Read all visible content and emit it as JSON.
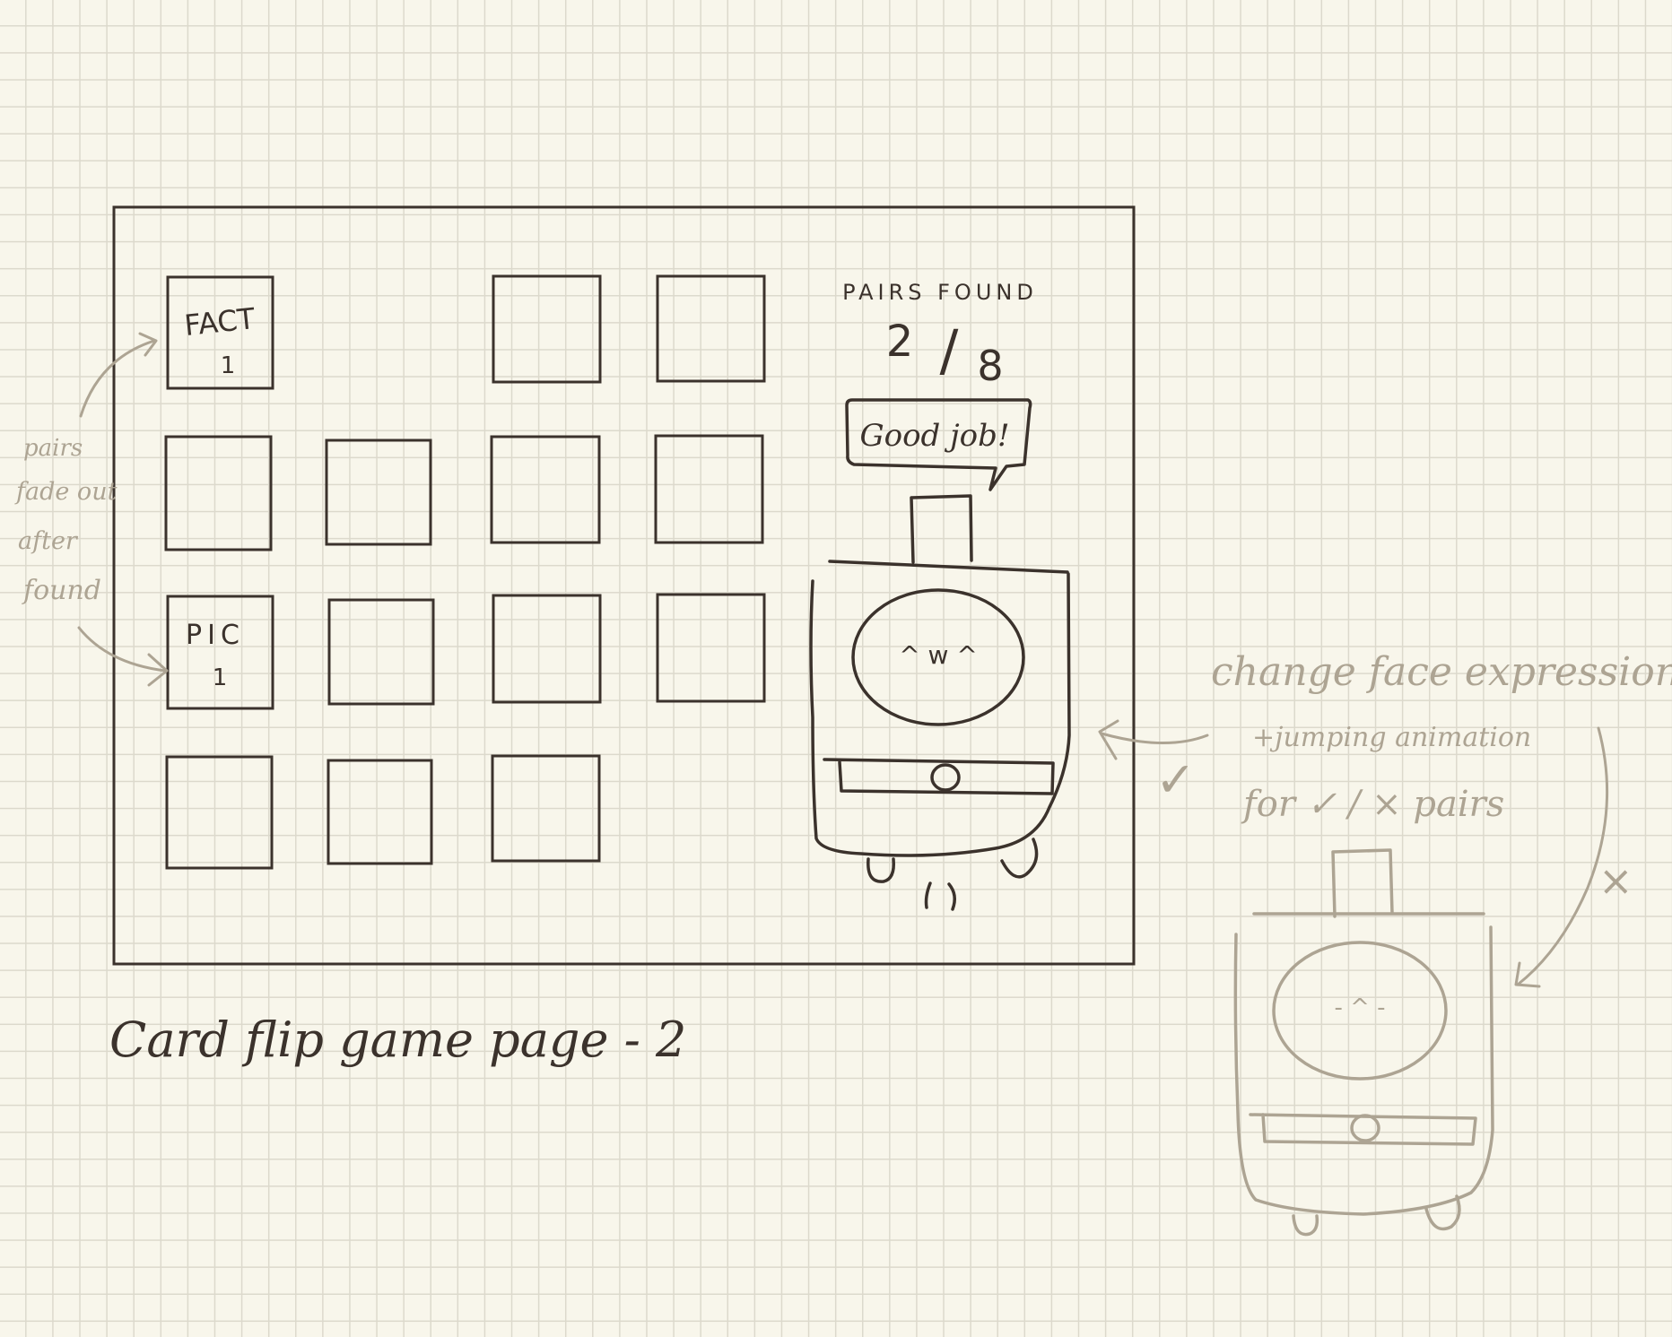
{
  "frame": {
    "cards": [
      {
        "label_top": "FACT",
        "label_bottom": "1"
      },
      {
        "label_top": "",
        "label_bottom": ""
      },
      {
        "label_top": "",
        "label_bottom": ""
      },
      {
        "label_top": "",
        "label_bottom": ""
      },
      {
        "label_top": "",
        "label_bottom": ""
      },
      {
        "label_top": "",
        "label_bottom": ""
      },
      {
        "label_top": "",
        "label_bottom": ""
      },
      {
        "label_top": "PIC",
        "label_bottom": "1"
      },
      {
        "label_top": "",
        "label_bottom": ""
      },
      {
        "label_top": "",
        "label_bottom": ""
      },
      {
        "label_top": "",
        "label_bottom": ""
      },
      {
        "label_top": "",
        "label_bottom": ""
      },
      {
        "label_top": "",
        "label_bottom": ""
      },
      {
        "label_top": "",
        "label_bottom": ""
      }
    ],
    "score": {
      "label": "PAIRS FOUND",
      "found": "2",
      "separator": "/",
      "total": "8"
    },
    "speech_bubble": "Good job!",
    "mascot_happy_face": "^ w ^"
  },
  "page_caption": "Card flip game page - 2",
  "annotations": {
    "fade_note": [
      "pairs",
      "fade out",
      "after",
      "found"
    ],
    "face_note": [
      "change face expressions",
      "+jumping animation",
      "for ✓ / × pairs"
    ],
    "correct_mark": "✓",
    "wrong_mark": "×",
    "mascot_sad_face": "- ^ -"
  },
  "colors": {
    "ink": "#3b322c",
    "annotation": "#ada493",
    "paper": "#f8f6eb",
    "grid": "#dcd9cc"
  }
}
